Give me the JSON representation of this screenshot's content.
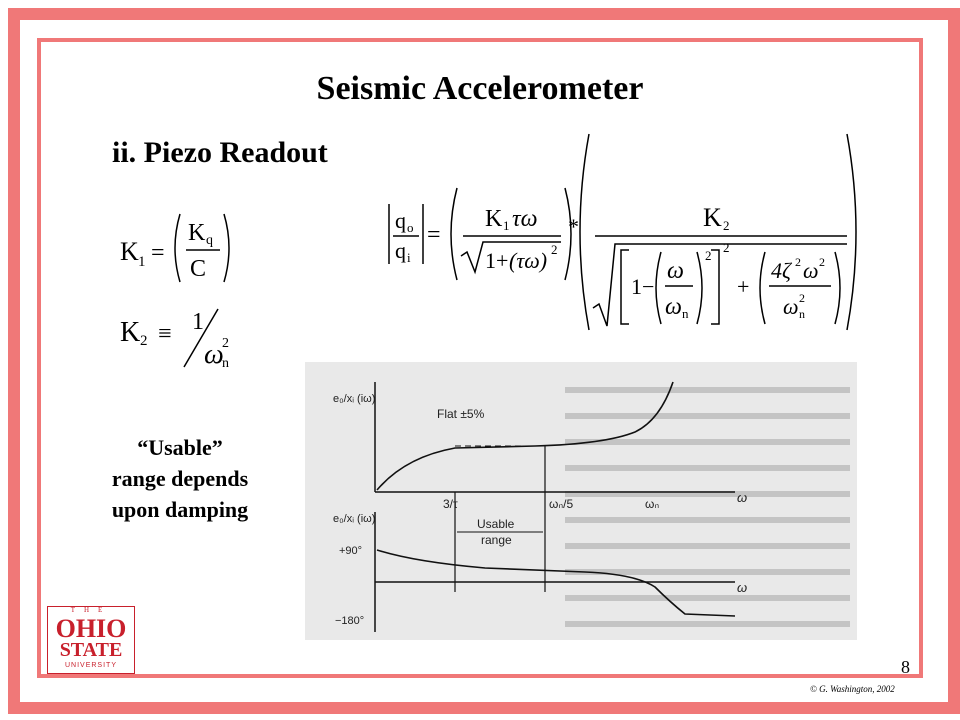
{
  "slide": {
    "title": "Seismic Accelerometer",
    "subtitle": "ii. Piezo Readout",
    "page_number": "8",
    "copyright": "© G. Washington, 2002"
  },
  "usable_note": {
    "line1": "“Usable”",
    "line2": "range depends",
    "line3": "upon damping"
  },
  "equations": {
    "k1_lhs": "K",
    "k1_sub": "1",
    "eq": "=",
    "kq_num": "K",
    "kq_sub": "q",
    "c_den": "C",
    "k2_lhs": "K",
    "k2_sub": "2",
    "equiv": "≡",
    "one": "1",
    "omega": "ω",
    "n_sub": "n",
    "sq": "2",
    "qo": "q",
    "qo_sub": "o",
    "qi": "q",
    "qi_sub": "i",
    "k1tau": "K",
    "tau_omega": "τω",
    "one_plus": "1+",
    "tau_omega_paren": "(τω)",
    "times": "*",
    "one_minus": "1−",
    "plus": "+",
    "four_zeta": "4ζ",
    "minus": "−"
  },
  "logo": {
    "top": "THE",
    "ohio": "OHIO",
    "state": "STATE",
    "university": "UNIVERSITY"
  },
  "figure": {
    "amp_label": "e₀/xᵢ (iω)",
    "flat_label": "Flat ±5%",
    "tick1": "3/τ",
    "tick2": "ωₙ/5",
    "tick3": "ωₙ",
    "omega": "ω",
    "usable": "Usable",
    "range": "range",
    "phase_label": "e₀/xᵢ (iω)",
    "plus90": "+90°",
    "minus180": "−180°",
    "omega2": "ω"
  }
}
